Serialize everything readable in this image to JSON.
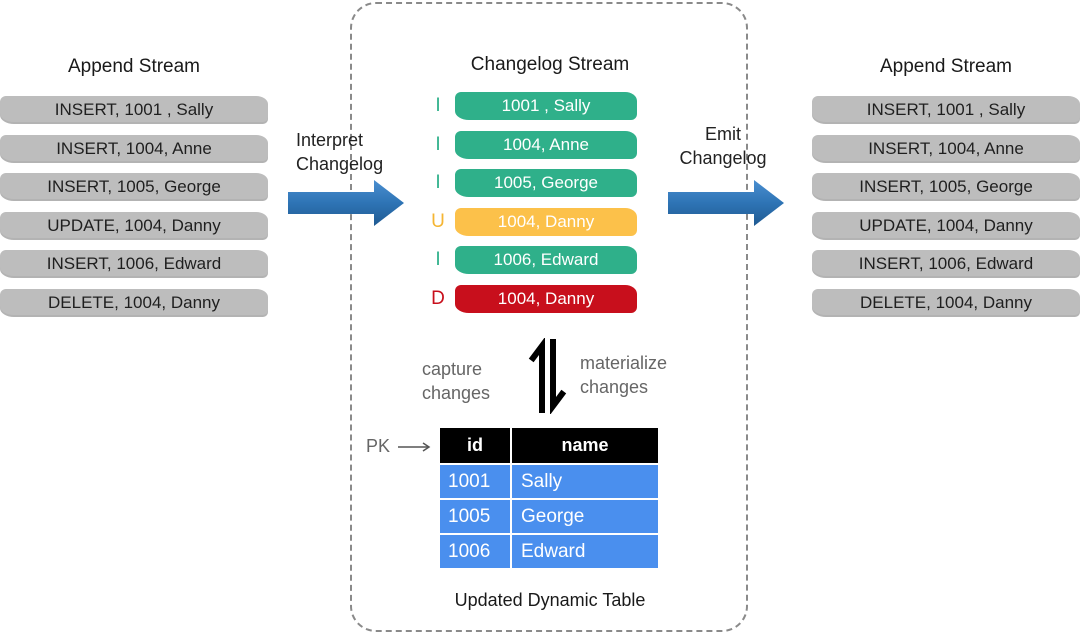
{
  "left": {
    "title": "Append Stream",
    "rows": [
      "INSERT, 1001 , Sally",
      "INSERT, 1004, Anne",
      "INSERT, 1005, George",
      "UPDATE, 1004, Danny",
      "INSERT, 1006, Edward",
      "DELETE, 1004, Danny"
    ]
  },
  "middle": {
    "title": "Changelog Stream",
    "interpret_label": [
      "Interpret",
      "Changelog"
    ],
    "emit_label": [
      "Emit",
      "Changelog"
    ],
    "rows": [
      {
        "kind": "I",
        "text": "1001 , Sally",
        "color": "#2fb08a",
        "kind_color": "#2fb08a"
      },
      {
        "kind": "I",
        "text": "1004, Anne",
        "color": "#2fb08a",
        "kind_color": "#2fb08a"
      },
      {
        "kind": "I",
        "text": "1005, George",
        "color": "#2fb08a",
        "kind_color": "#2fb08a"
      },
      {
        "kind": "U",
        "text": "1004, Danny",
        "color": "#fcc14a",
        "kind_color": "#f5b532"
      },
      {
        "kind": "I",
        "text": "1006, Edward",
        "color": "#2fb08a",
        "kind_color": "#2fb08a"
      },
      {
        "kind": "D",
        "text": "1004, Danny",
        "color": "#c80f1c",
        "kind_color": "#c80f1c"
      }
    ],
    "capture_label": [
      "capture",
      "changes"
    ],
    "materialize_label": [
      "materialize",
      "changes"
    ],
    "pk_label": "PK",
    "table": {
      "headers": [
        "id",
        "name"
      ],
      "rows": [
        [
          "1001",
          "Sally"
        ],
        [
          "1005",
          "George"
        ],
        [
          "1006",
          "Edward"
        ]
      ]
    },
    "table_caption": "Updated Dynamic Table"
  },
  "right": {
    "title": "Append Stream",
    "rows": [
      "INSERT, 1001 , Sally",
      "INSERT, 1004, Anne",
      "INSERT, 1005, George",
      "UPDATE, 1004, Danny",
      "INSERT, 1006, Edward",
      "DELETE, 1004, Danny"
    ]
  },
  "colors": {
    "arrow": "#2e74b5",
    "stream_row": "#bdbdbd",
    "table_header": "#000000",
    "table_cell": "#4a8fee"
  }
}
